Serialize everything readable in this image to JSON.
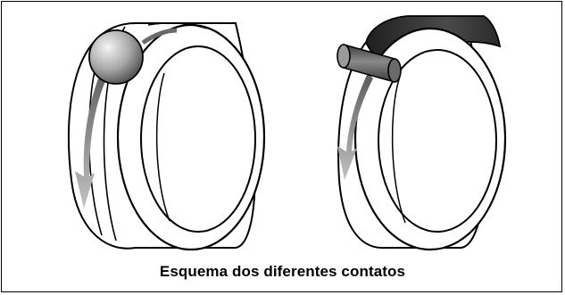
{
  "caption": "Esquema dos diferentes contatos",
  "colors": {
    "line": "#000000",
    "ring_fill": "#ffffff",
    "ball_highlight": "#f4f4f4",
    "ball_shadow": "#5a5a5a",
    "roller_fill": "#5c5c5c",
    "band_fill": "#2a2a2a",
    "arrow_fill": "#8a8a8a"
  },
  "figures": [
    {
      "name": "ball-contact-bearing",
      "rolling_element": "ball-icon"
    },
    {
      "name": "roller-contact-bearing",
      "rolling_element": "roller-icon"
    }
  ]
}
